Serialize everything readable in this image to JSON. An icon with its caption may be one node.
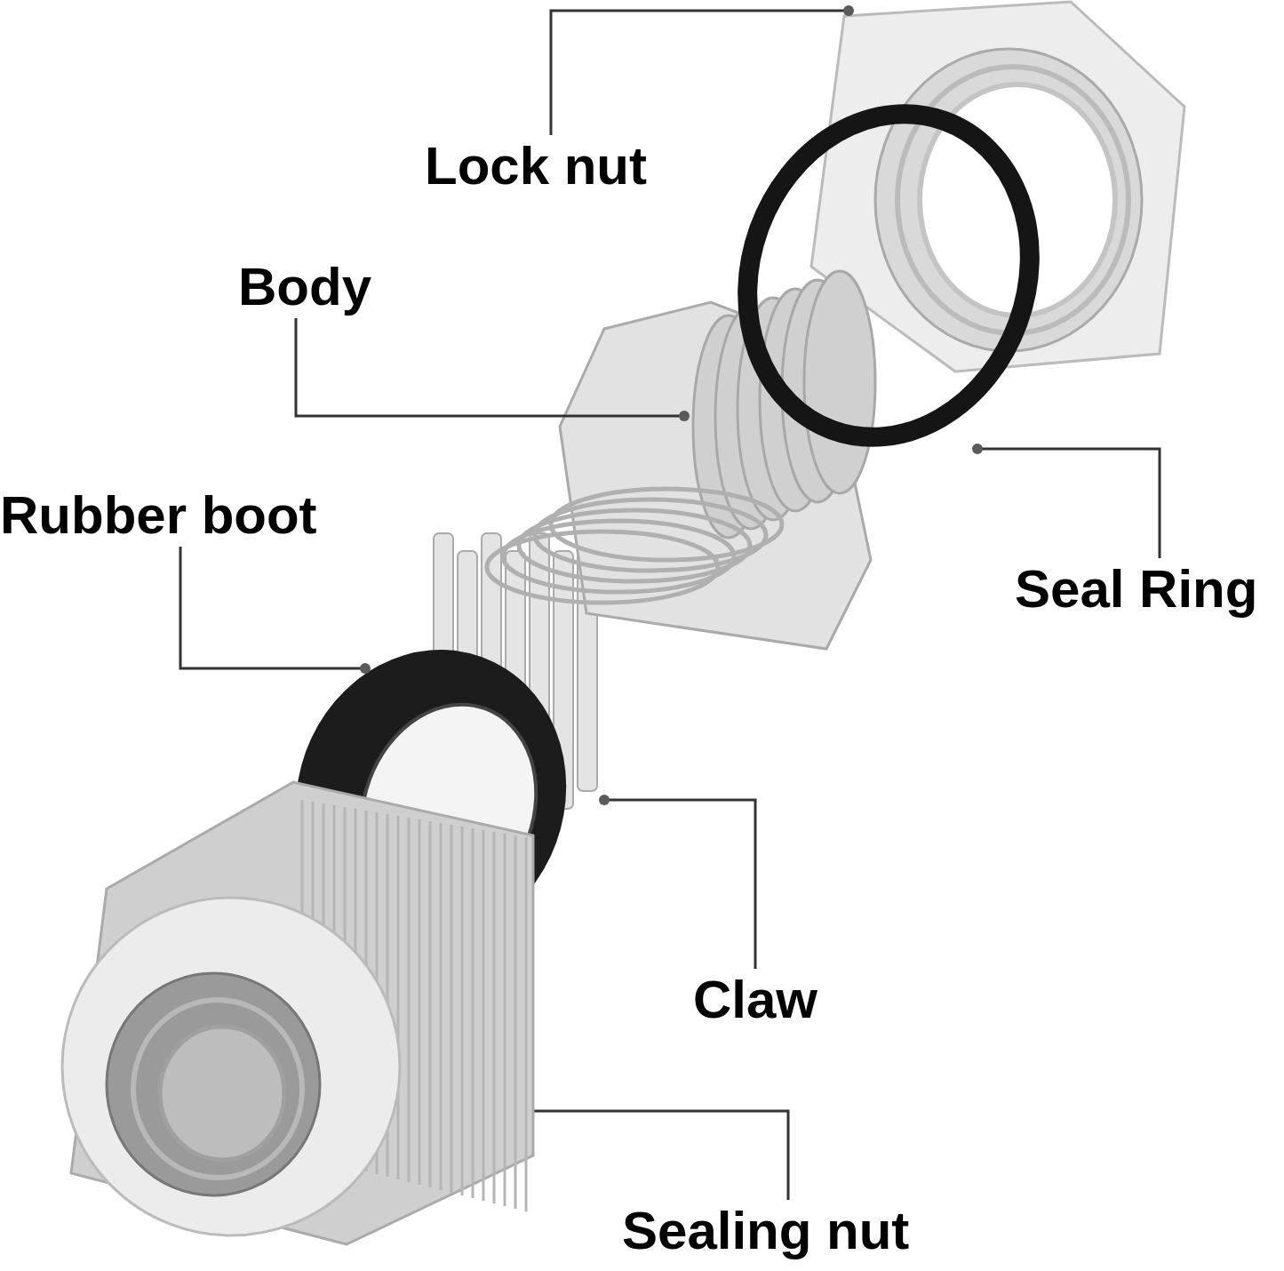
{
  "diagram": {
    "nodes": [
      {
        "text": [
          "Lock nut"
        ]
      },
      {
        "text": [
          "Body"
        ]
      },
      {
        "text": [
          "Rubber boot"
        ]
      },
      {
        "text": [
          "Seal Ring"
        ]
      },
      {
        "text": [
          "Claw"
        ]
      },
      {
        "text": [
          "Sealing nut"
        ]
      },
      {
        "text": [],
        "shape": "picture"
      },
      {
        "text": [],
        "shape": "picture"
      },
      {
        "text": [],
        "shape": "picture"
      },
      {
        "text": [],
        "shape": "circle"
      },
      {
        "text": [],
        "shape": "picture"
      },
      {
        "text": [],
        "shape": "picture"
      }
    ],
    "edges": [
      {
        "from": 0,
        "to": 6,
        "arrow": "other"
      },
      {
        "from": 1,
        "to": 7,
        "arrow": "other"
      },
      {
        "from": 2,
        "to": 8,
        "arrow": "other"
      },
      {
        "from": 3,
        "to": 9,
        "arrow": "other"
      },
      {
        "from": 4,
        "to": 10,
        "arrow": "other"
      },
      {
        "from": 5,
        "to": 11,
        "arrow": "other"
      }
    ]
  }
}
